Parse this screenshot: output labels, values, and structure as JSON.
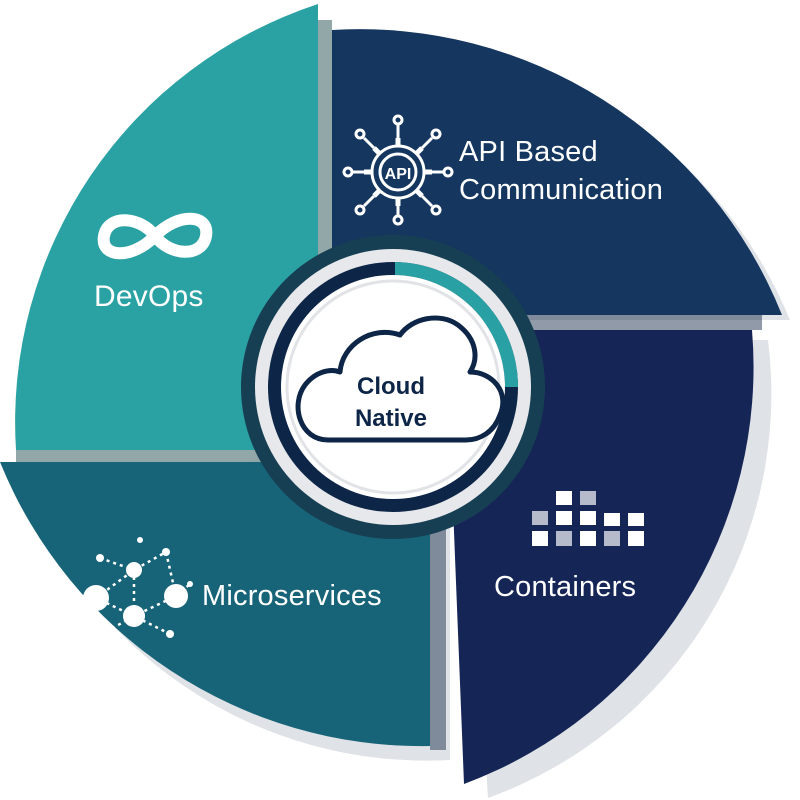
{
  "center": {
    "line1": "Cloud",
    "line2": "Native"
  },
  "segments": {
    "devops": {
      "label": "DevOps",
      "icon": "infinity-icon",
      "color": "#2aa1a3"
    },
    "api": {
      "label_line1": "API Based",
      "label_line2": "Communication",
      "icon": "api-gear-icon",
      "icon_text": "API",
      "color": "#14365f"
    },
    "containers": {
      "label": "Containers",
      "icon": "containers-blocks-icon",
      "color": "#152556"
    },
    "microservices": {
      "label": "Microservices",
      "icon": "network-nodes-icon",
      "color": "#176479"
    }
  },
  "colors": {
    "shadow": "#dcdfe3",
    "ring_dark": "#0d2547",
    "ring_teal": "#29a1a4",
    "text": "#ffffff"
  }
}
